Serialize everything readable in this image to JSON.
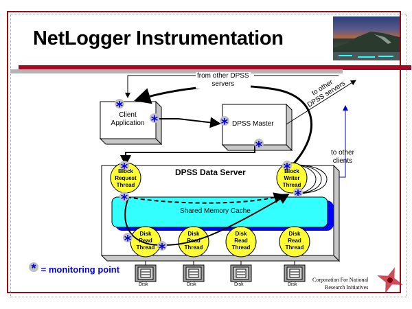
{
  "slide": {
    "title": "NetLogger Instrumentation",
    "photo_icon": "mountain-night-photo",
    "colors": {
      "frame": "#9b0a14",
      "accent_bar": "#a50a22",
      "monitor_star": "#0000e0",
      "thread_fill": "#ffff33",
      "cache_fill": "#33ffff",
      "cache_shadow": "#0000ff"
    }
  },
  "diagram": {
    "external_labels": {
      "from_other_servers": [
        "from other DPSS",
        "servers"
      ],
      "to_other_servers": [
        "to other",
        "DPSS servers"
      ],
      "to_other_clients": [
        "to other",
        "clients"
      ]
    },
    "nodes": {
      "client_application": [
        "Client",
        "Application"
      ],
      "dpss_master": "DPSS Master",
      "data_server": "DPSS Data Server",
      "shared_cache": "Shared Memory Cache",
      "block_request_thread": [
        "Block",
        "Request",
        "Thread"
      ],
      "block_writer_thread": [
        "Block",
        "Writer",
        "Thread"
      ],
      "disk_read_threads": [
        [
          "Disk",
          "Read",
          "Thread"
        ],
        [
          "Disk",
          "Read",
          "Thread"
        ],
        [
          "Disk",
          "Read",
          "Thread"
        ],
        [
          "Disk",
          "Read",
          "Thread"
        ]
      ],
      "disks": [
        "Disk",
        "Disk",
        "Disk",
        "Disk"
      ]
    },
    "monitor_symbol": "*"
  },
  "legend": {
    "symbol": "*",
    "text": "= monitoring point"
  },
  "footer": {
    "org": [
      "Corporation For National",
      "Research Initiatives"
    ],
    "logo_icon": "cnri-star-logo"
  }
}
